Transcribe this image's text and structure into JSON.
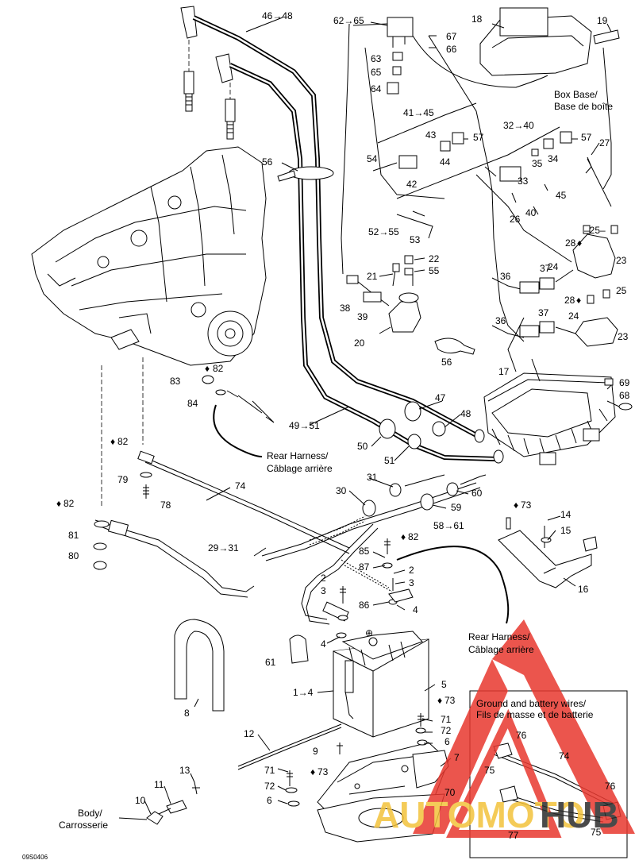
{
  "labels": [
    {
      "text": "46→48"
    },
    {
      "text": "62→65"
    },
    {
      "text": "18"
    },
    {
      "text": "19"
    },
    {
      "text": "67"
    },
    {
      "text": "66"
    },
    {
      "text": "63"
    },
    {
      "text": "65"
    },
    {
      "text": "64"
    },
    {
      "text": "41→45"
    },
    {
      "text": "43"
    },
    {
      "text": "57"
    },
    {
      "text": "32→40"
    },
    {
      "text": "57"
    },
    {
      "text": "27"
    },
    {
      "text": "56"
    },
    {
      "text": "54"
    },
    {
      "text": "44"
    },
    {
      "text": "42"
    },
    {
      "text": "35"
    },
    {
      "text": "34"
    },
    {
      "text": "33"
    },
    {
      "text": "45"
    },
    {
      "text": "26"
    },
    {
      "text": "40"
    },
    {
      "text": "52→55"
    },
    {
      "text": "53"
    },
    {
      "text": "–25–"
    },
    {
      "text": "22"
    },
    {
      "text": "55"
    },
    {
      "text": "21"
    },
    {
      "text": "38"
    },
    {
      "text": "39"
    },
    {
      "text": "20"
    },
    {
      "text": "24"
    },
    {
      "text": "23"
    },
    {
      "text": "37"
    },
    {
      "text": "36"
    },
    {
      "text": "25"
    },
    {
      "text": "37"
    },
    {
      "text": "24"
    },
    {
      "text": "36"
    },
    {
      "text": "23"
    },
    {
      "text": "56"
    },
    {
      "text": "17"
    },
    {
      "text": "69"
    },
    {
      "text": "68"
    },
    {
      "text": "82"
    },
    {
      "text": "83"
    },
    {
      "text": "84"
    },
    {
      "text": "47"
    },
    {
      "text": "48"
    },
    {
      "text": "49→51"
    },
    {
      "text": "50"
    },
    {
      "text": "51"
    },
    {
      "text": "82"
    },
    {
      "text": "79"
    },
    {
      "text": "78"
    },
    {
      "text": "74"
    },
    {
      "text": "30"
    },
    {
      "text": "31"
    },
    {
      "text": "60"
    },
    {
      "text": "59"
    },
    {
      "text": "58→61"
    },
    {
      "text": "82"
    },
    {
      "text": "81"
    },
    {
      "text": "80"
    },
    {
      "text": "29→31"
    },
    {
      "text": "82"
    },
    {
      "text": "85"
    },
    {
      "text": "87"
    },
    {
      "text": "2"
    },
    {
      "text": "3"
    },
    {
      "text": "2"
    },
    {
      "text": "3"
    },
    {
      "text": "86"
    },
    {
      "text": "4"
    },
    {
      "text": "4"
    },
    {
      "text": "61"
    },
    {
      "text": "1→4"
    },
    {
      "text": "8"
    },
    {
      "text": "5"
    },
    {
      "text": "73"
    },
    {
      "text": "71"
    },
    {
      "text": "72"
    },
    {
      "text": "6"
    },
    {
      "text": "12"
    },
    {
      "text": "9"
    },
    {
      "text": "7"
    },
    {
      "text": "71"
    },
    {
      "text": "73"
    },
    {
      "text": "72"
    },
    {
      "text": "6"
    },
    {
      "text": "70"
    },
    {
      "text": "13"
    },
    {
      "text": "11"
    },
    {
      "text": "10"
    },
    {
      "text": "73"
    },
    {
      "text": "14"
    },
    {
      "text": "15"
    },
    {
      "text": "16"
    },
    {
      "text": "76"
    },
    {
      "text": "74"
    },
    {
      "text": "75"
    },
    {
      "text": "76"
    },
    {
      "text": "77"
    },
    {
      "text": "75"
    }
  ],
  "notes": {
    "box_base_1": "Box Base/",
    "box_base_2": "Base de boîte",
    "rear_harness_upper_1": "Rear Harness/",
    "rear_harness_upper_2": "Câblage arrière",
    "rear_harness_lower_1": "Rear Harness/",
    "rear_harness_lower_2": "Câblage arrière",
    "ground_title_1": "Ground and battery wires/",
    "ground_title_2": "Fils de masse et de batterie",
    "body_1": "Body/",
    "body_2": "Carrosserie",
    "diagram_code": "09S0406"
  },
  "symbols": {
    "drop_icon": "♦",
    "plus_icon": "⊕"
  },
  "watermark": {
    "text_accent": "AUTOMOTO",
    "text_dark": "HUB",
    "accent_color": "#e8382f",
    "accent_color_light": "#f3c23b",
    "dark_color": "#2b2b2b"
  }
}
